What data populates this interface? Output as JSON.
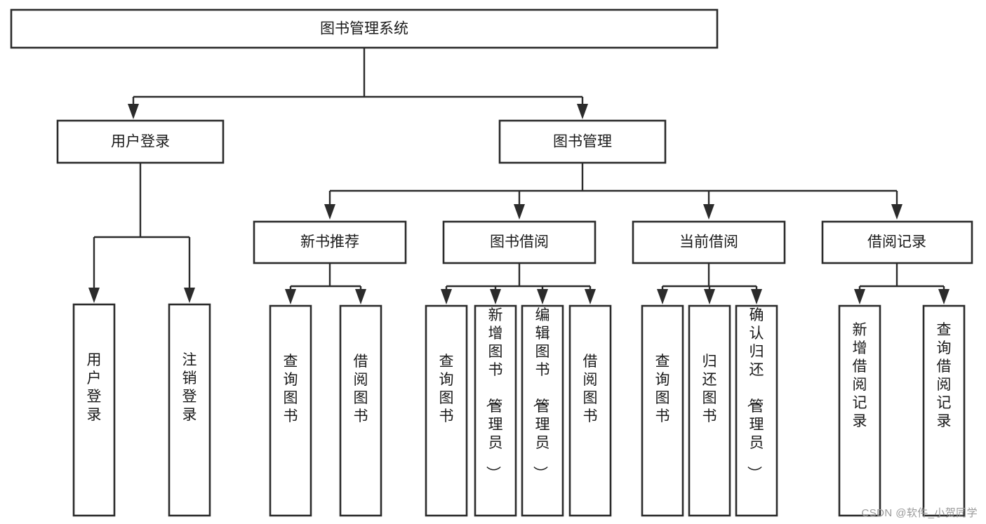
{
  "diagram": {
    "type": "hierarchy-tree",
    "title": "图书管理系统",
    "watermark": "CSDN @软件_小贺同学",
    "colors": {
      "background": "#ffffff",
      "stroke": "#2b2b2b",
      "box_fill": "#ffffff",
      "text": "#1a1a1a",
      "watermark": "#9a9a9a"
    },
    "levels": {
      "level1": [
        {
          "id": "root",
          "label": "图书管理系统",
          "orientation": "horizontal"
        }
      ],
      "level2": [
        {
          "id": "user-login",
          "label": "用户登录",
          "orientation": "horizontal",
          "parent": "root"
        },
        {
          "id": "book-manage",
          "label": "图书管理",
          "orientation": "horizontal",
          "parent": "root"
        }
      ],
      "level3": [
        {
          "id": "new-book-rec",
          "label": "新书推荐",
          "orientation": "horizontal",
          "parent": "book-manage"
        },
        {
          "id": "book-borrow",
          "label": "图书借阅",
          "orientation": "horizontal",
          "parent": "book-manage"
        },
        {
          "id": "current-borrow",
          "label": "当前借阅",
          "orientation": "horizontal",
          "parent": "book-manage"
        },
        {
          "id": "borrow-record",
          "label": "借阅记录",
          "orientation": "horizontal",
          "parent": "book-manage"
        }
      ],
      "level4": [
        {
          "id": "leaf-user-login",
          "label": "用户登录",
          "orientation": "vertical",
          "parent": "user-login"
        },
        {
          "id": "leaf-user-logout",
          "label": "注销登录",
          "orientation": "vertical",
          "parent": "user-login"
        },
        {
          "id": "leaf-query-book-1",
          "label": "查询图书",
          "orientation": "vertical",
          "parent": "new-book-rec"
        },
        {
          "id": "leaf-borrow-book-1",
          "label": "借阅图书",
          "orientation": "vertical",
          "parent": "new-book-rec"
        },
        {
          "id": "leaf-query-book-2",
          "label": "查询图书",
          "orientation": "vertical",
          "parent": "book-borrow"
        },
        {
          "id": "leaf-add-book",
          "label": "新增图书（管理员）",
          "orientation": "vertical",
          "parent": "book-borrow"
        },
        {
          "id": "leaf-edit-book",
          "label": "编辑图书（管理员）",
          "orientation": "vertical",
          "parent": "book-borrow"
        },
        {
          "id": "leaf-borrow-book-2",
          "label": "借阅图书",
          "orientation": "vertical",
          "parent": "book-borrow"
        },
        {
          "id": "leaf-query-book-3",
          "label": "查询图书",
          "orientation": "vertical",
          "parent": "current-borrow"
        },
        {
          "id": "leaf-return-book",
          "label": "归还图书",
          "orientation": "vertical",
          "parent": "current-borrow"
        },
        {
          "id": "leaf-confirm-return",
          "label": "确认归还（管理员）",
          "orientation": "vertical",
          "parent": "current-borrow"
        },
        {
          "id": "leaf-add-record",
          "label": "新增借阅记录",
          "orientation": "vertical",
          "parent": "borrow-record"
        },
        {
          "id": "leaf-query-record",
          "label": "查询借阅记录",
          "orientation": "vertical",
          "parent": "borrow-record"
        }
      ]
    }
  }
}
